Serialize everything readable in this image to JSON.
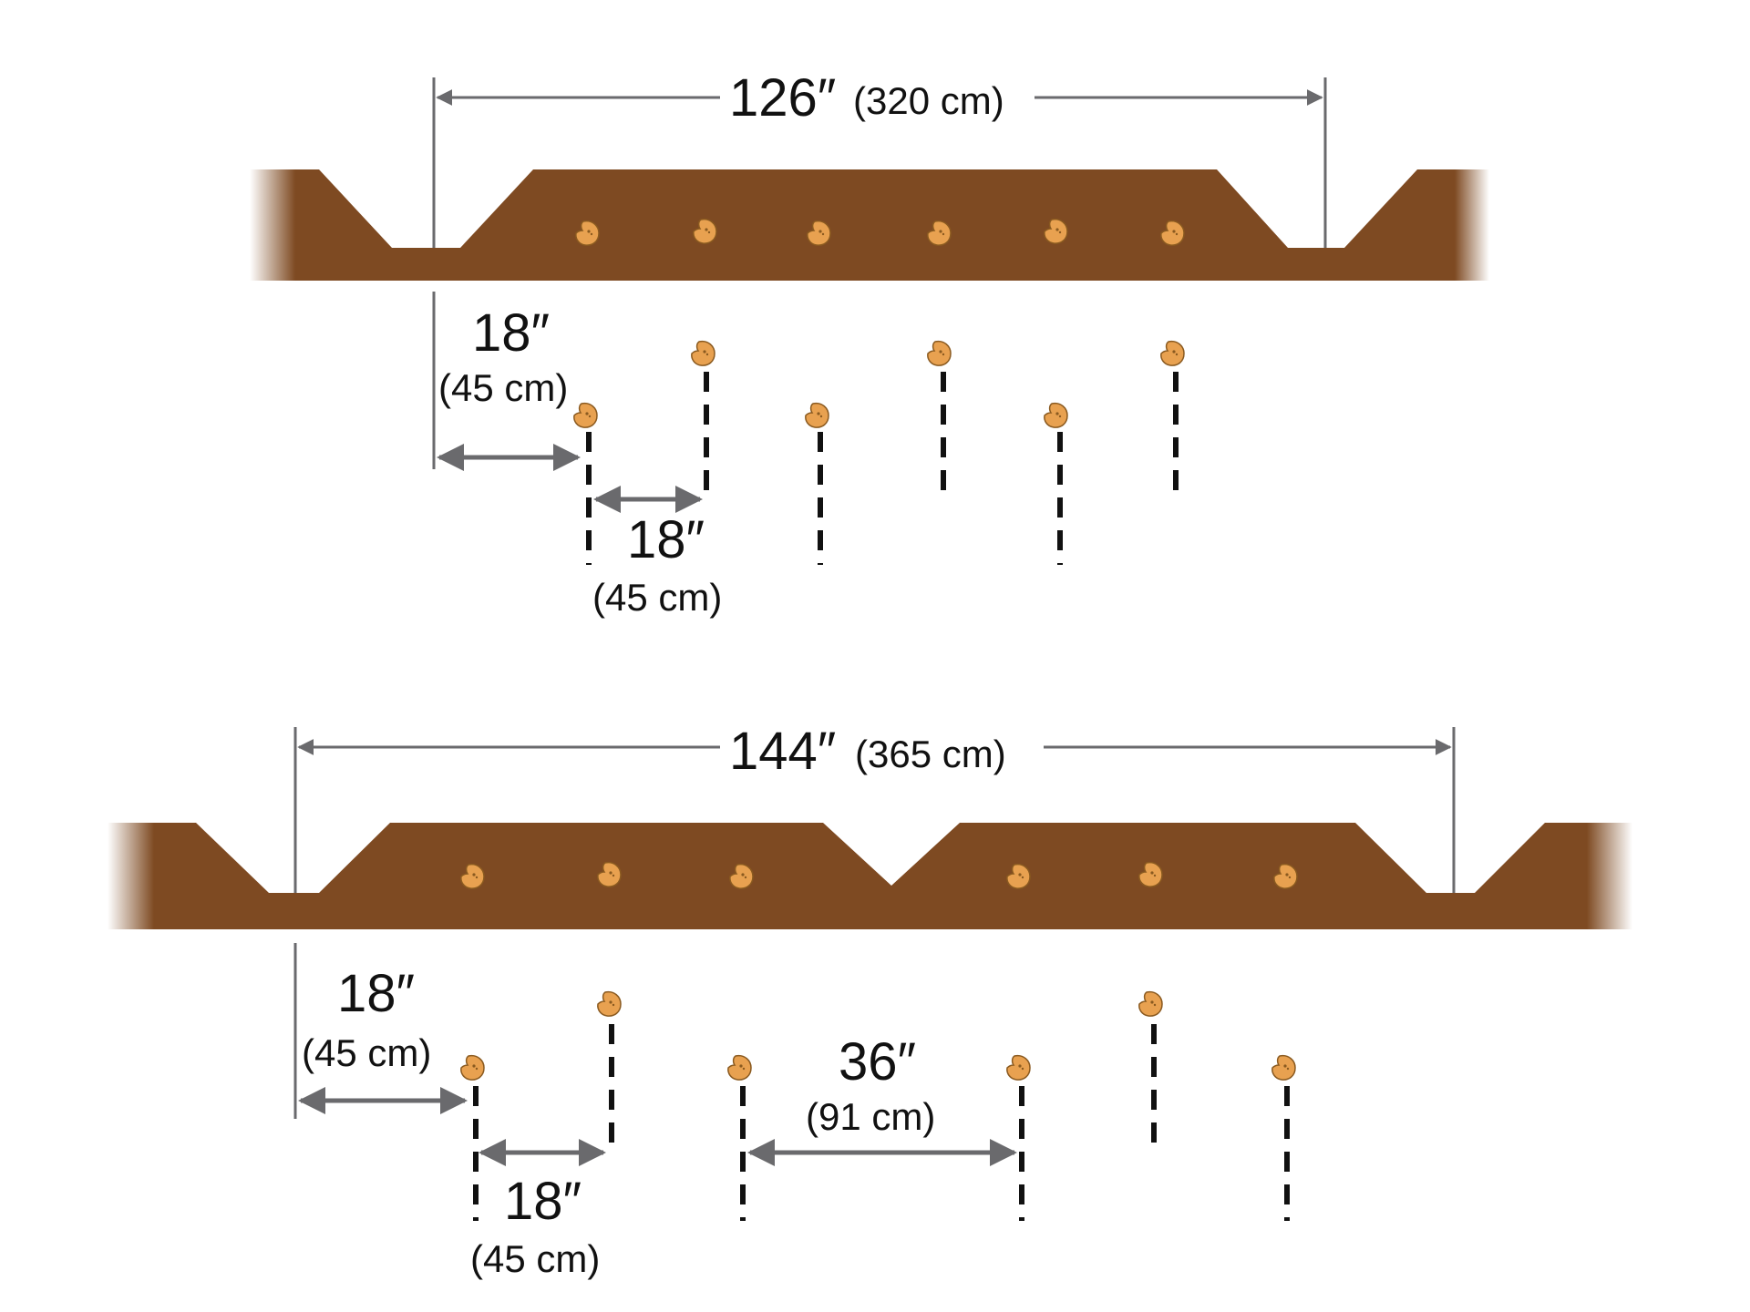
{
  "beds": {
    "single": {
      "width_label": "126″",
      "width_metric": "(320 cm)",
      "edge_spacing_label": "18″",
      "edge_spacing_metric": "(45 cm)",
      "plant_spacing_label": "18″",
      "plant_spacing_metric": "(45 cm)",
      "slips_on_bed": 6,
      "plants_in_plan": 6
    },
    "double": {
      "width_label": "144″",
      "width_metric": "(365 cm)",
      "edge_spacing_label": "18″",
      "edge_spacing_metric": "(45 cm)",
      "plant_spacing_label": "18″",
      "plant_spacing_metric": "(45 cm)",
      "row_gap_label": "36″",
      "row_gap_metric": "(91 cm)",
      "slips_on_bed": 6,
      "plants_in_plan": 6
    }
  },
  "colors": {
    "soil": "#7e4a22",
    "soil_fade": "#ffffff",
    "slip": "#e8a150",
    "slip_outline": "#8a5a20",
    "dimension_line": "#6a6a6d",
    "stake": "#111111"
  },
  "icons": {
    "slip": "sweet-potato-slip-icon"
  }
}
